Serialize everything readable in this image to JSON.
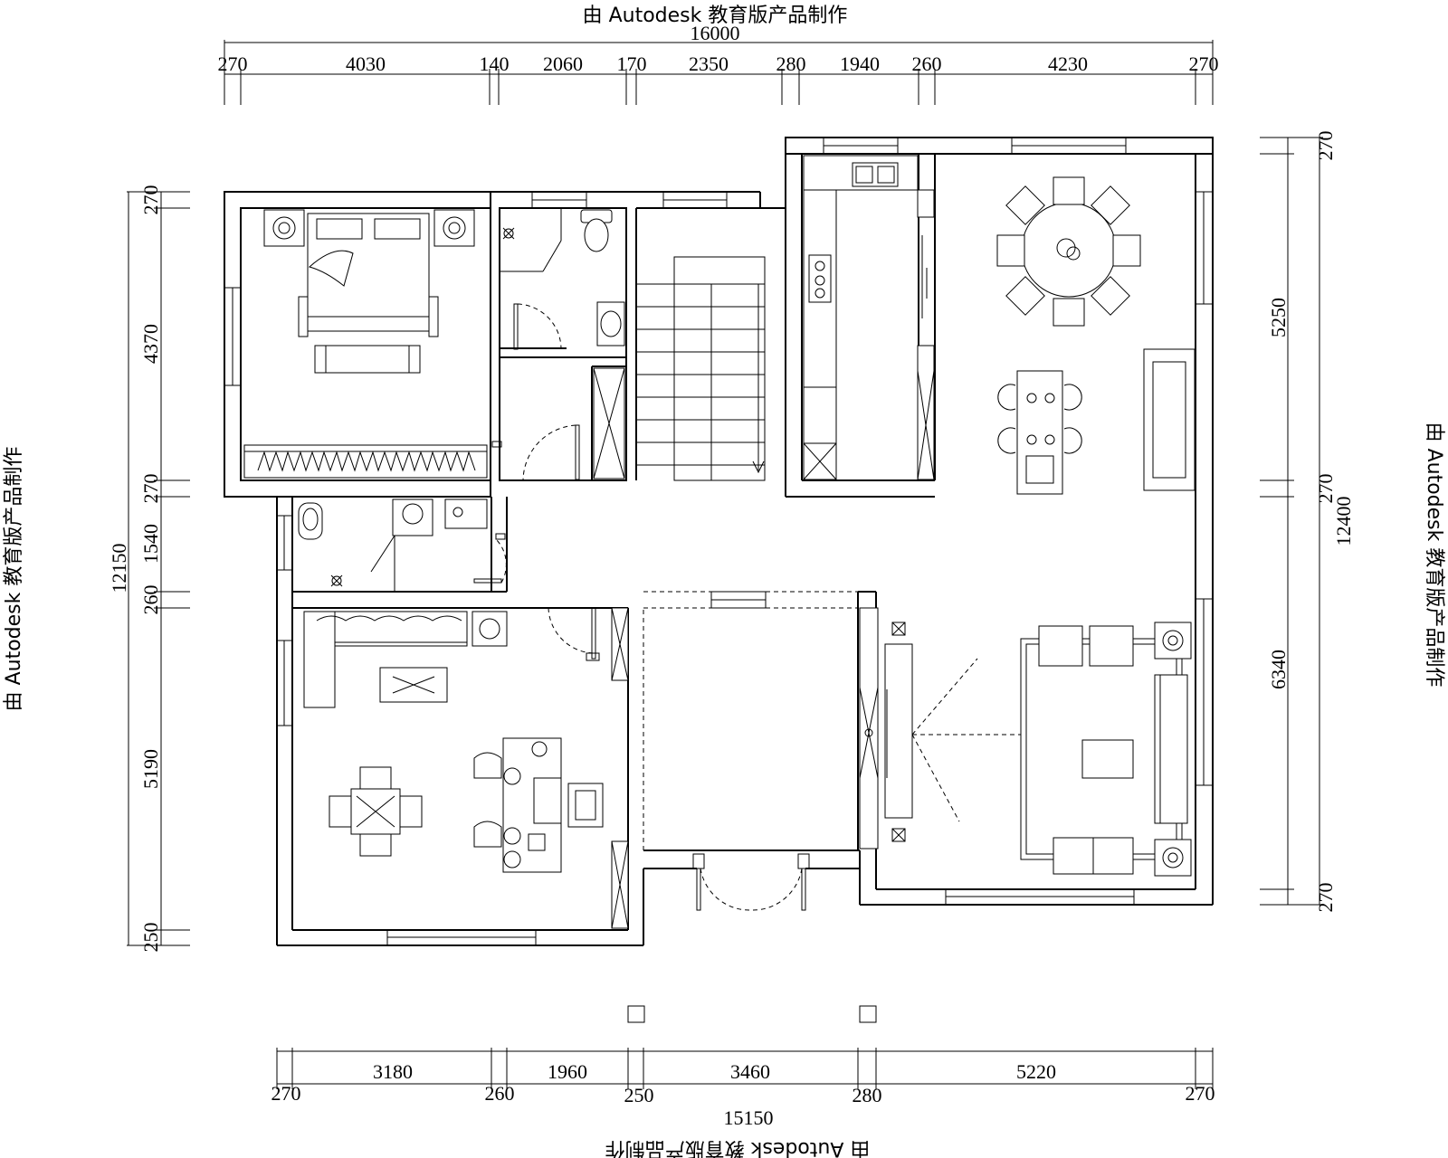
{
  "watermark": "由 Autodesk 教育版产品制作",
  "dims": {
    "top_total": "16000",
    "top": [
      "270",
      "4030",
      "140",
      "2060",
      "170",
      "2350",
      "280",
      "1940",
      "260",
      "4230",
      "270"
    ],
    "bottom_total": "15150",
    "bottom_upper": [
      "3180",
      "1960",
      "3460",
      "5220"
    ],
    "bottom_lower": [
      "270",
      "260",
      "250",
      "280",
      "270"
    ],
    "left_total": "12150",
    "left": [
      "270",
      "4370",
      "270",
      "1540",
      "260",
      "5190",
      "250"
    ],
    "right_total": "12400",
    "right": [
      "270",
      "5250",
      "270",
      "6340",
      "270"
    ]
  }
}
